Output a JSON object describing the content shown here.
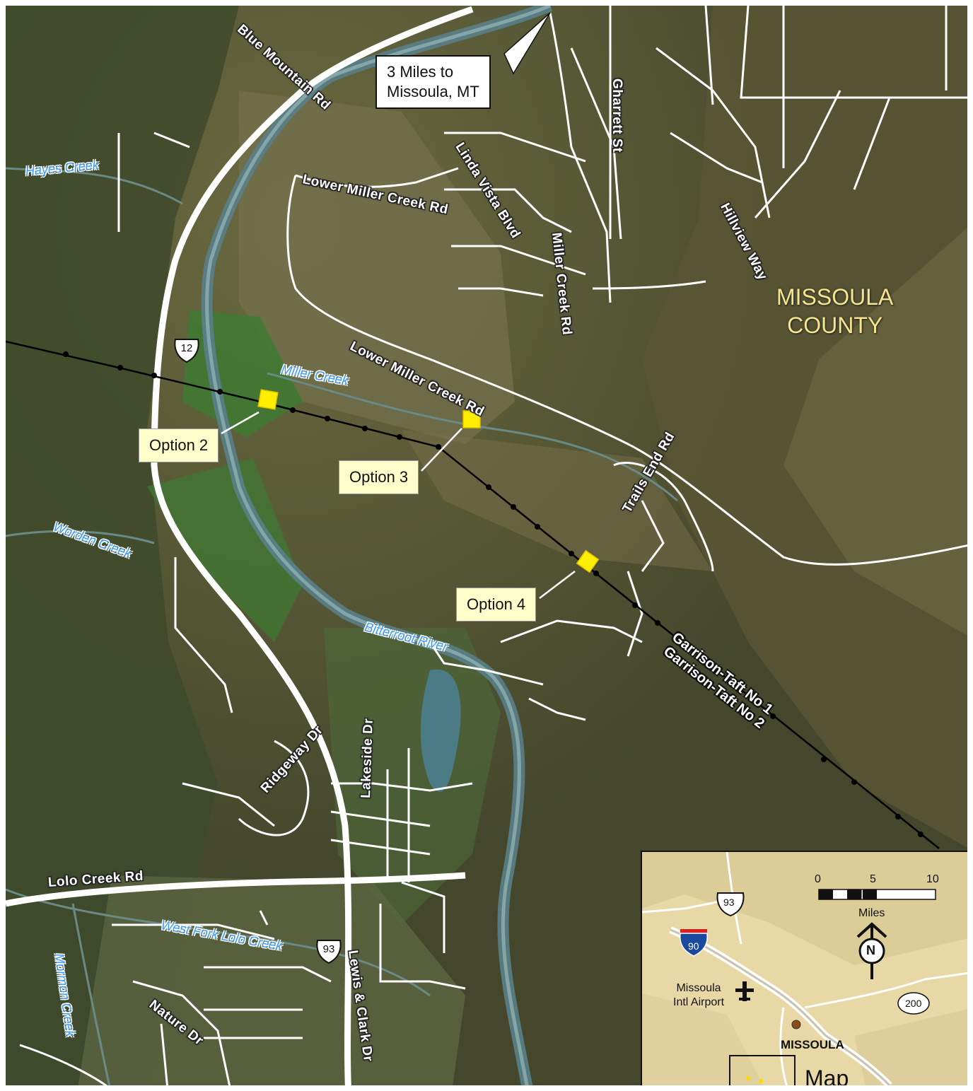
{
  "labels": {
    "blue_mountain_rd": "Blue Mountain Rd",
    "gharrett_st": "Gharrett St",
    "lower_miller_creek_rd_north": "Lower Miller Creek Rd",
    "linda_vista_blvd": "Linda Vista Blvd",
    "miller_creek_rd": "Miller Creek Rd",
    "hillview_way": "Hillview Way",
    "lower_miller_creek_rd_south": "Lower Miller Creek Rd",
    "trails_end_rd": "Trails End Rd",
    "ridgeway_dr": "Ridgeway Dr",
    "lakeside_dr": "Lakeside Dr",
    "lolo_creek_rd": "Lolo Creek Rd",
    "lewis_clark_dr": "Lewis & Clark Dr",
    "nature_dr": "Nature Dr"
  },
  "water": {
    "hayes_creek": "Hayes Creek",
    "miller_creek": "Miller Creek",
    "worden_creek": "Worden Creek",
    "bitterroot_river": "Bitterroot River",
    "west_fork_lolo_creek": "West Fork Lolo Creek",
    "mormon_creek": "Mormon Creek"
  },
  "county": "MISSOULA\nCOUNTY",
  "transmission_lines": [
    "Garrison-Taft No 1",
    "Garrison-Taft No 2"
  ],
  "callouts": {
    "missoula_distance": "3 Miles to\nMissoula, MT",
    "option2": "Option 2",
    "option3": "Option 3",
    "option4": "Option 4"
  },
  "shields": {
    "us12": "12",
    "us93": "93"
  },
  "inset": {
    "scale_ticks": [
      "0",
      "5",
      "10"
    ],
    "scale_unit": "Miles",
    "north": "N",
    "us93": "93",
    "i90": "90",
    "hwy200": "200",
    "airport": "Missoula\nIntl Airport",
    "city": "MISSOULA",
    "map_label": "Map"
  },
  "colors": {
    "option_marker": "#ffee00",
    "road": "#ffffff",
    "water_text": "#3b9cff",
    "county_text": "#f6e58a",
    "callout_bg": "#ffffcc"
  }
}
